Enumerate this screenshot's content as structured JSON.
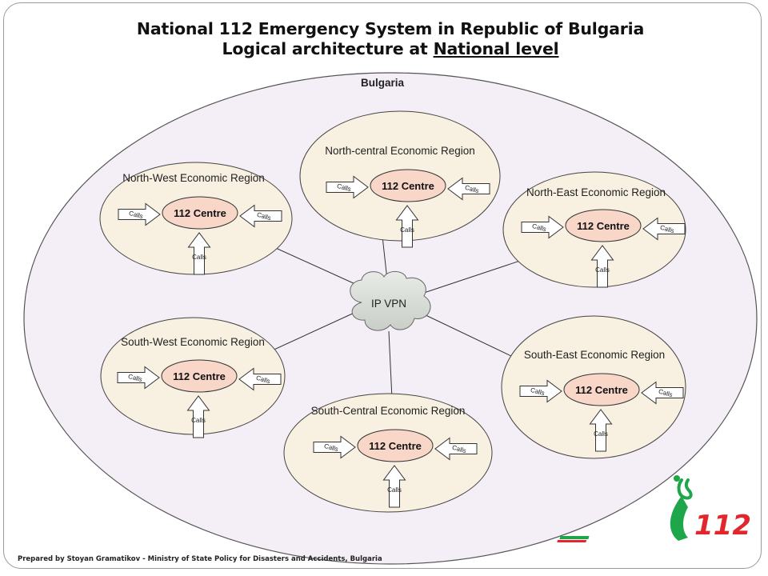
{
  "title": {
    "line1": "National 112 Emergency System  in Republic of Bulgaria",
    "line2_prefix": "Logical architecture at ",
    "line2_underlined": "National level"
  },
  "country_label": "Bulgaria",
  "network_label": "IP VPN",
  "centre_label": "112 Centre",
  "calls_label": "Calls",
  "regions": [
    {
      "name": "North-West Economic Region"
    },
    {
      "name": "North-central Economic Region"
    },
    {
      "name": "North-East Economic Region"
    },
    {
      "name": "South-West Economic Region"
    },
    {
      "name": "South-Central Economic Region"
    },
    {
      "name": "South-East Economic Region"
    }
  ],
  "logo_text": "112",
  "footer": "Prepared by Stoyan Gramatikov - Ministry of State Policy for Disasters and Accidents, Bulgaria",
  "colors": {
    "country_fill": "#f4eef6",
    "region_fill": "#f8f0e0",
    "centre_fill": "#f8d6c8",
    "cloud_fill": "#dfe2de",
    "logo_green": "#1ea64a",
    "logo_red": "#e2262b"
  }
}
